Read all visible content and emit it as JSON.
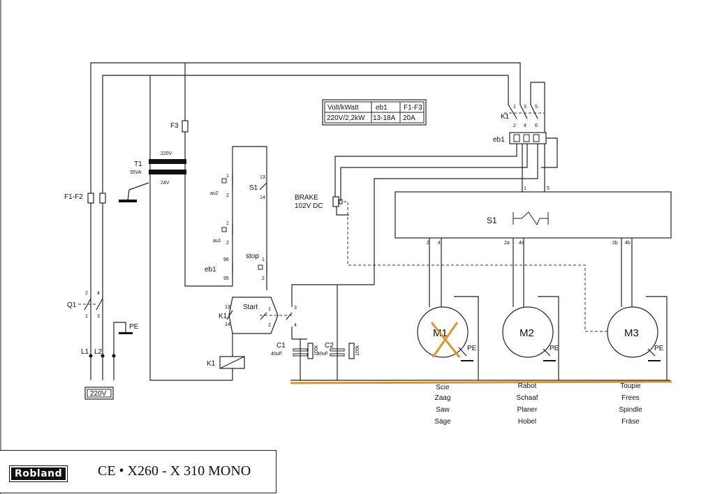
{
  "table": {
    "headers": [
      "Volt/kWatt",
      "eb1",
      "F1-F3"
    ],
    "row": [
      "220V/2,2kW",
      "13-18A",
      "20A"
    ]
  },
  "labels": {
    "f3": "F3",
    "t1": "T1",
    "t1_va": "35VA",
    "t1_primary": "220V",
    "t1_secondary": "24V",
    "f1f2": "F1-F2",
    "q1": "Q1",
    "pe": "PE",
    "l1": "L1",
    "l2": "L2",
    "supply": "220V",
    "au2": "au2",
    "au1": "au1",
    "eb1": "eb1",
    "s1": "S1",
    "stop": "stop",
    "start": "Start",
    "k1": "K1",
    "brake": "BRAKE",
    "brake_v": "102V DC",
    "c1": "C1",
    "c2": "C2",
    "cap_val": "40uF",
    "res_val": "100k",
    "m1": "M1",
    "m2": "M2",
    "m3": "M3",
    "t13": "13",
    "t14": "14",
    "t1n": "1",
    "t2": "2",
    "t3": "3",
    "t4": "4",
    "t5": "5",
    "t6": "6",
    "t95": "95",
    "t96": "96",
    "t2a": "2a",
    "t4a": "4a",
    "t2b": "2b",
    "t4b": "4b"
  },
  "motors": {
    "m1": [
      "Scie",
      "Zaag",
      "Saw",
      "Säge"
    ],
    "m2": [
      "Rabot",
      "Schaaf",
      "Planer",
      "Hobel"
    ],
    "m3": [
      "Toupie",
      "Frees",
      "Spindle",
      "Fräse"
    ]
  },
  "title": {
    "brand": "Robland",
    "model": "CE • X260 - X 310 MONO"
  },
  "colors": {
    "annotation": "#d9952e",
    "line": "#222222"
  }
}
